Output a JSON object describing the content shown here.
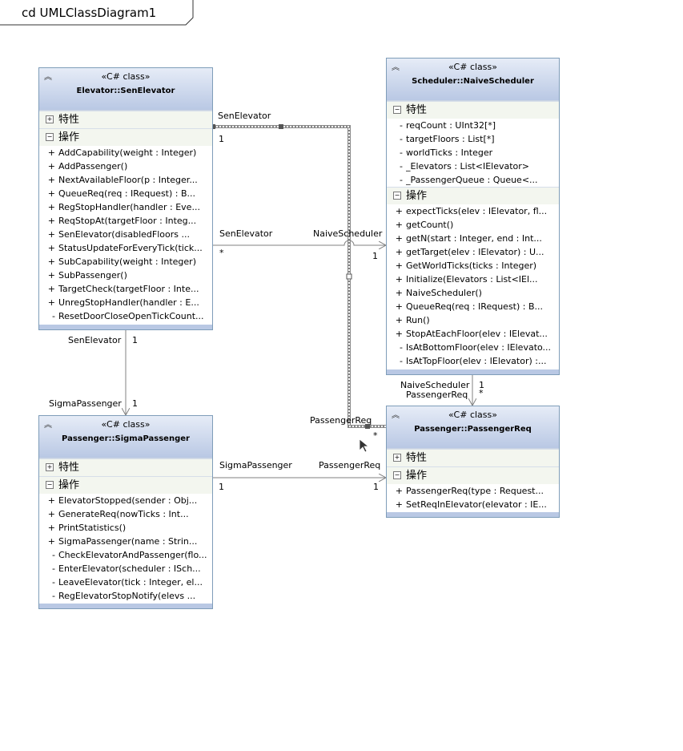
{
  "frame": {
    "title": "cd UMLClassDiagram1"
  },
  "sections": {
    "attributes": "特性",
    "operations": "操作"
  },
  "classes": {
    "senElevator": {
      "stereotype": "«C# class»",
      "name": "Elevator::SenElevator",
      "attributes": [],
      "operations": [
        {
          "vis": "+",
          "text": "AddCapability(weight : Integer)"
        },
        {
          "vis": "+",
          "text": "AddPassenger()"
        },
        {
          "vis": "+",
          "text": "NextAvailableFloor(p : Integer..."
        },
        {
          "vis": "+",
          "text": "QueueReq(req : IRequest) : B..."
        },
        {
          "vis": "+",
          "text": "RegStopHandler(handler : Eve..."
        },
        {
          "vis": "+",
          "text": "ReqStopAt(targetFloor : Integ..."
        },
        {
          "vis": "+",
          "text": "SenElevator(disabledFloors ..."
        },
        {
          "vis": "+",
          "text": "StatusUpdateForEveryTick(tick..."
        },
        {
          "vis": "+",
          "text": "SubCapability(weight : Integer)"
        },
        {
          "vis": "+",
          "text": "SubPassenger()"
        },
        {
          "vis": "+",
          "text": "TargetCheck(targetFloor : Inte..."
        },
        {
          "vis": "+",
          "text": "UnregStopHandler(handler : E..."
        },
        {
          "vis": "-",
          "text": "ResetDoorCloseOpenTickCount..."
        }
      ]
    },
    "naiveScheduler": {
      "stereotype": "«C# class»",
      "name": "Scheduler::NaiveScheduler",
      "attributes": [
        {
          "vis": "-",
          "text": "reqCount : UInt32[*]"
        },
        {
          "vis": "-",
          "text": "targetFloors : List[*]"
        },
        {
          "vis": "-",
          "text": "worldTicks : Integer"
        },
        {
          "vis": "-",
          "text": "_Elevators : List<IElevator>"
        },
        {
          "vis": "-",
          "text": "_PassengerQueue : Queue<..."
        }
      ],
      "operations": [
        {
          "vis": "+",
          "text": "expectTicks(elev : IElevator, fl..."
        },
        {
          "vis": "+",
          "text": "getCount()"
        },
        {
          "vis": "+",
          "text": "getN(start : Integer, end : Int..."
        },
        {
          "vis": "+",
          "text": "getTarget(elev : IElevator) : U..."
        },
        {
          "vis": "+",
          "text": "GetWorldTicks(ticks : Integer)"
        },
        {
          "vis": "+",
          "text": "Initialize(Elevators : List<IEl..."
        },
        {
          "vis": "+",
          "text": "NaiveScheduler()"
        },
        {
          "vis": "+",
          "text": "QueueReq(req : IRequest) : B..."
        },
        {
          "vis": "+",
          "text": "Run()"
        },
        {
          "vis": "+",
          "text": "StopAtEachFloor(elev : IElevat..."
        },
        {
          "vis": "-",
          "text": "IsAtBottomFloor(elev : IElevato..."
        },
        {
          "vis": "-",
          "text": "IsAtTopFloor(elev : IElevator) :..."
        }
      ]
    },
    "sigmaPassenger": {
      "stereotype": "«C# class»",
      "name": "Passenger::SigmaPassenger",
      "attributes": [],
      "operations": [
        {
          "vis": "+",
          "text": "ElevatorStopped(sender : Obj..."
        },
        {
          "vis": "+",
          "text": "GenerateReq(nowTicks : Int..."
        },
        {
          "vis": "+",
          "text": "PrintStatistics()"
        },
        {
          "vis": "+",
          "text": "SigmaPassenger(name : Strin..."
        },
        {
          "vis": "-",
          "text": "CheckElevatorAndPassenger(flo..."
        },
        {
          "vis": "-",
          "text": "EnterElevator(scheduler : ISch..."
        },
        {
          "vis": "-",
          "text": "LeaveElevator(tick : Integer, el..."
        },
        {
          "vis": "-",
          "text": "RegElevatorStopNotify(elevs ..."
        }
      ]
    },
    "passengerReq": {
      "stereotype": "«C# class»",
      "name": "Passenger::PassengerReq",
      "attributes": [],
      "operations": [
        {
          "vis": "+",
          "text": "PassengerReq(type : Request..."
        },
        {
          "vis": "+",
          "text": "SetReqInElevator(elevator : IE..."
        }
      ]
    }
  },
  "associations": {
    "a1": {
      "end1": "SenElevator",
      "mult1": "1"
    },
    "a2": {
      "end1": "SenElevator",
      "mult1": "*",
      "end2": "NaiveScheduler",
      "mult2": "1"
    },
    "a3": {
      "end1": "SenElevator",
      "mult1": "1",
      "end2": "SigmaPassenger",
      "mult2": "1"
    },
    "a4": {
      "end1": "SigmaPassenger",
      "mult1": "1",
      "end2": "PassengerReq",
      "mult2": "1"
    },
    "a5": {
      "end1": "NaiveScheduler",
      "end1b": "PassengerReq",
      "mult1": "1",
      "mult2": "*"
    },
    "a6": {
      "end1": "PassengerReq",
      "mult1": "*"
    }
  },
  "colors": {
    "border": "#7f9db9",
    "headerTop": "#e6ecf7",
    "headerBottom": "#b9c8e4",
    "section": "#f3f6ef",
    "line": "#808080"
  }
}
